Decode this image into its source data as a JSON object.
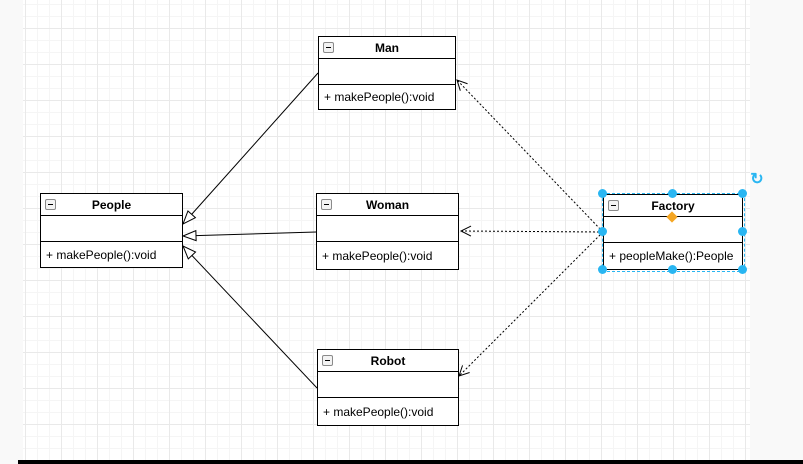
{
  "diagram": {
    "classes": [
      {
        "name": "People",
        "attributes": [],
        "methods": [
          "+ makePeople():void"
        ],
        "selected": false
      },
      {
        "name": "Man",
        "attributes": [],
        "methods": [
          "+ makePeople():void"
        ],
        "selected": false
      },
      {
        "name": "Woman",
        "attributes": [],
        "methods": [
          "+ makePeople():void"
        ],
        "selected": false
      },
      {
        "name": "Robot",
        "attributes": [],
        "methods": [
          "+ makePeople():void"
        ],
        "selected": false
      },
      {
        "name": "Factory",
        "attributes": [],
        "methods": [
          "+ peopleMake():People"
        ],
        "selected": true
      }
    ],
    "relationships": [
      {
        "type": "generalization",
        "from": "Man",
        "to": "People",
        "line": "solid",
        "arrowhead": "hollow-triangle"
      },
      {
        "type": "generalization",
        "from": "Woman",
        "to": "People",
        "line": "solid",
        "arrowhead": "hollow-triangle"
      },
      {
        "type": "generalization",
        "from": "Robot",
        "to": "People",
        "line": "solid",
        "arrowhead": "hollow-triangle"
      },
      {
        "type": "dependency",
        "from": "Factory",
        "to": "Man",
        "line": "dashed",
        "arrowhead": "open"
      },
      {
        "type": "dependency",
        "from": "Factory",
        "to": "Woman",
        "line": "dashed",
        "arrowhead": "open"
      },
      {
        "type": "dependency",
        "from": "Factory",
        "to": "Robot",
        "line": "dashed",
        "arrowhead": "open"
      }
    ]
  },
  "selection": {
    "target": "Factory",
    "handle_color": "#29b6f2",
    "outline_color": "#29b6f2",
    "diamond_color": "#f5a623",
    "rotate_glyph": "↻"
  },
  "colors": {
    "box_border": "#000000",
    "box_fill": "#ffffff",
    "grid_minor": "#f5f5f5",
    "grid_major": "#e9e9e9",
    "off_canvas": "#f9f9f9",
    "bottom_bar": "#000000"
  }
}
